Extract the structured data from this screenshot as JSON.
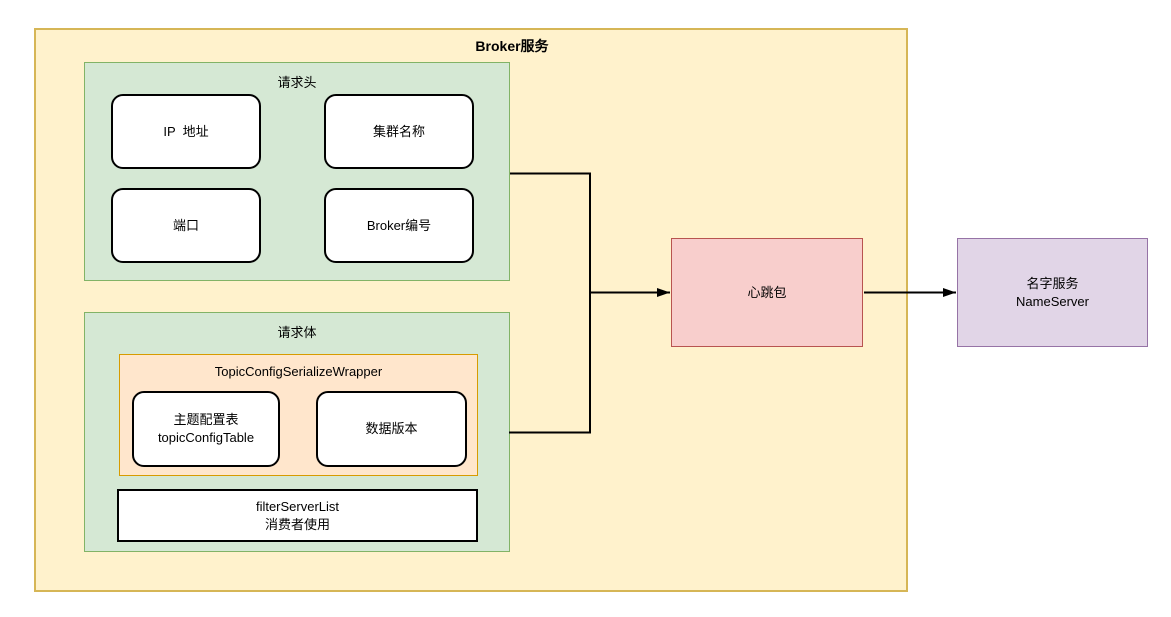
{
  "diagram": {
    "title": "Broker服务",
    "request_header": {
      "label": "请求头",
      "items": [
        "IP  地址",
        "集群名称",
        "端口",
        "Broker编号"
      ]
    },
    "request_body": {
      "label": "请求体",
      "wrapper": {
        "label": "TopicConfigSerializeWrapper",
        "topic_table": {
          "line1": "主题配置表",
          "line2": "topicConfigTable"
        },
        "data_version": {
          "label": "数据版本"
        }
      },
      "filter_server": {
        "line1": "filterServerList",
        "line2": "消费者使用"
      }
    },
    "heartbeat": {
      "label": "心跳包"
    },
    "nameserver": {
      "line1": "名字服务",
      "line2": "NameServer"
    },
    "colors": {
      "container_fill": "#FFF2CC",
      "container_stroke": "#D6B656",
      "group_fill": "#D5E8D4",
      "group_stroke": "#82B366",
      "wrapper_fill": "#FFE6CC",
      "wrapper_stroke": "#D79B00",
      "heartbeat_fill": "#F8CECC",
      "heartbeat_stroke": "#B85450",
      "nameserver_fill": "#E1D5E7",
      "nameserver_stroke": "#9673A6",
      "node_fill": "#FFFFFF",
      "node_stroke": "#000000",
      "edge": "#000000"
    }
  }
}
